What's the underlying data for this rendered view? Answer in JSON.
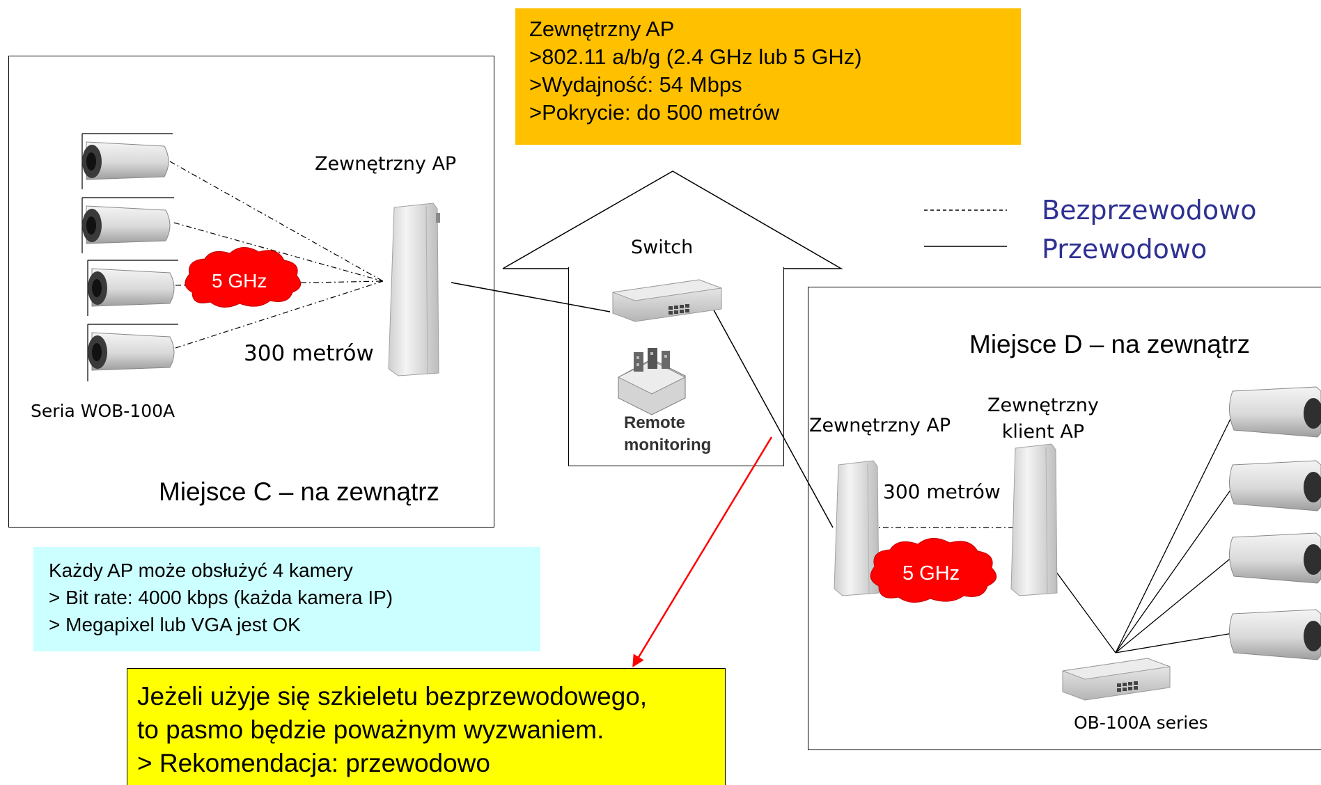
{
  "notes": {
    "ap_specs": [
      "Zewnętrzny AP",
      ">802.11 a/b/g (2.4 GHz lub 5 GHz)",
      ">Wydajność: 54 Mbps",
      ">Pokrycie: do 500 metrów"
    ],
    "capacity": [
      "Każdy AP może obsłużyć 4 kamery",
      "> Bit rate: 4000 kbps (każda kamera IP)",
      "> Megapixel lub VGA jest OK"
    ],
    "recommendation": [
      "Jeżeli użyje się szkieletu bezprzewodowego,",
      "to pasmo będzie poważnym wyzwaniem.",
      "> Rekomendacja: przewodowo"
    ]
  },
  "site_c": {
    "title": "Miejsce C – na zewnątrz",
    "ap_label": "Zewnętrzny AP",
    "distance": "300 metrów",
    "freq": "5 GHz",
    "cameras_label": "Seria WOB-100A"
  },
  "central": {
    "switch_label": "Switch",
    "remote_line1": "Remote",
    "remote_line2": "monitoring"
  },
  "legend": {
    "wireless": "Bezprzewodowo",
    "wired": "Przewodowo"
  },
  "site_d": {
    "title": "Miejsce D – na zewnątrz",
    "ap_label": "Zewnętrzny AP",
    "client_label_1": "Zewnętrzny",
    "client_label_2": "klient AP",
    "distance": "300 metrów",
    "freq": "5 GHz",
    "switch_label": "OB-100A series"
  },
  "colors": {
    "orange_note": "#ffc000",
    "cyan_note": "#ccffff",
    "yellow_note": "#ffff00",
    "cloud": "#ff0000",
    "legend_text": "#2e3192",
    "arrow": "#ff0000"
  },
  "icons": [
    "camera-icon",
    "antenna-icon",
    "switch-icon",
    "building-icon",
    "cloud-icon"
  ]
}
